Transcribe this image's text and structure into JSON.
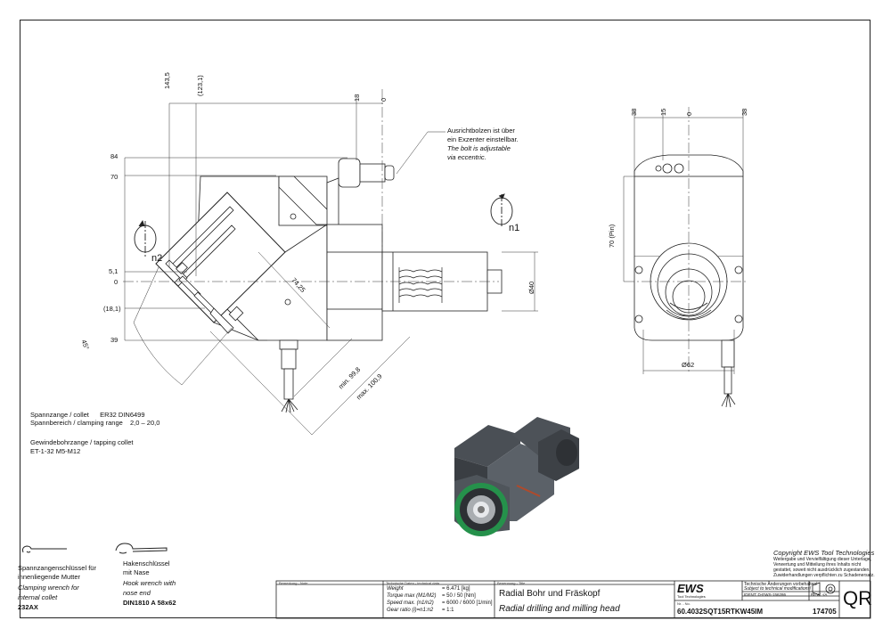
{
  "dims": {
    "d143": "143,5",
    "d123": "(123,1)",
    "d18": "18",
    "d0top": "0",
    "d84": "84",
    "d70": "70",
    "d51": "5,1",
    "d0left": "0",
    "d181": "(18,1)",
    "d39": "39",
    "d45": "45°",
    "d7425": "74,25",
    "dmin": "min. 99,8",
    "dmax": "max. 100,9",
    "d40": "Ø40",
    "r38a": "38",
    "r15": "15",
    "r0": "0",
    "r38b": "38",
    "r70": "70 (Pin)",
    "r62": "Ø62",
    "n1": "n1",
    "n2": "n2"
  },
  "bolt_note": {
    "line1": "Ausrichtbolzen ist über",
    "line2": "ein Exzenter einstellbar.",
    "line3": "The bolt is adjustable",
    "line4": "via eccentric."
  },
  "specs": {
    "collet_label": "Spannzange / collet",
    "collet_value": "ER32   DIN6499",
    "range_label": "Spannbereich / clamping range",
    "range_value": "2,0 – 20,0",
    "tap_label": "Gewindebohrzange / tapping collet",
    "tap_value": "ET-1-32   M5-M12"
  },
  "wrench1": {
    "de1": "Spannzangenschlüssel für",
    "de2": "innenliegende Mutter",
    "en1": "Clamping wrench for",
    "en2": "internal collet",
    "code": "232AX"
  },
  "wrench2": {
    "de1": "Hakenschlüssel",
    "de2": "mit Nase",
    "en1": "Hook wrench with",
    "en2": "nose end",
    "code": "DIN1810 A 58x62"
  },
  "copyright": {
    "title": "Copyright EWS Tool Technologies",
    "l1": "Weitergabe und Vervielfältigung dieser Unterlage,",
    "l2": "Verwertung und Mitteilung ihres Inhalts nicht",
    "l3": "gestattet, soweit nicht ausdrücklich zugestanden.",
    "l4": "Zuwiderhandlungen verpflichten zu Schadenersatz."
  },
  "title_block": {
    "remark_label": "Bemerkung - Note",
    "tech_label": "Technische Daten - technical data",
    "weight_label": "Weight",
    "weight_value": "= 6.471 [kg]",
    "torque_label": "Torque max (M1/M2)",
    "torque_value": "=  50 / 50 [Nm]",
    "speed_label": "Speed max. (n1/n2)",
    "speed_value": "=  6000 / 6000 [1/min]",
    "gear_label": "Gear ratio  (i)=n1:n2",
    "gear_value": "=  1:1",
    "name_label": "Benennung - Title",
    "title_de": "Radial Bohr und Fräskopf",
    "title_en": "Radial drilling and milling head",
    "logo": "EWS",
    "logo_sub": "Tool Technologies",
    "no_label": "Nr. - No.",
    "drawing_no": "60.4032SQT15RTKW45IM",
    "change_l1": "Technische Änderungen vorbehalten!",
    "change_l2": "Subject to technical modifications!",
    "ident": "IDENT:  D-EWS-156286",
    "rev": "REV.:  -/A",
    "page": "174705",
    "qr": "QR"
  }
}
